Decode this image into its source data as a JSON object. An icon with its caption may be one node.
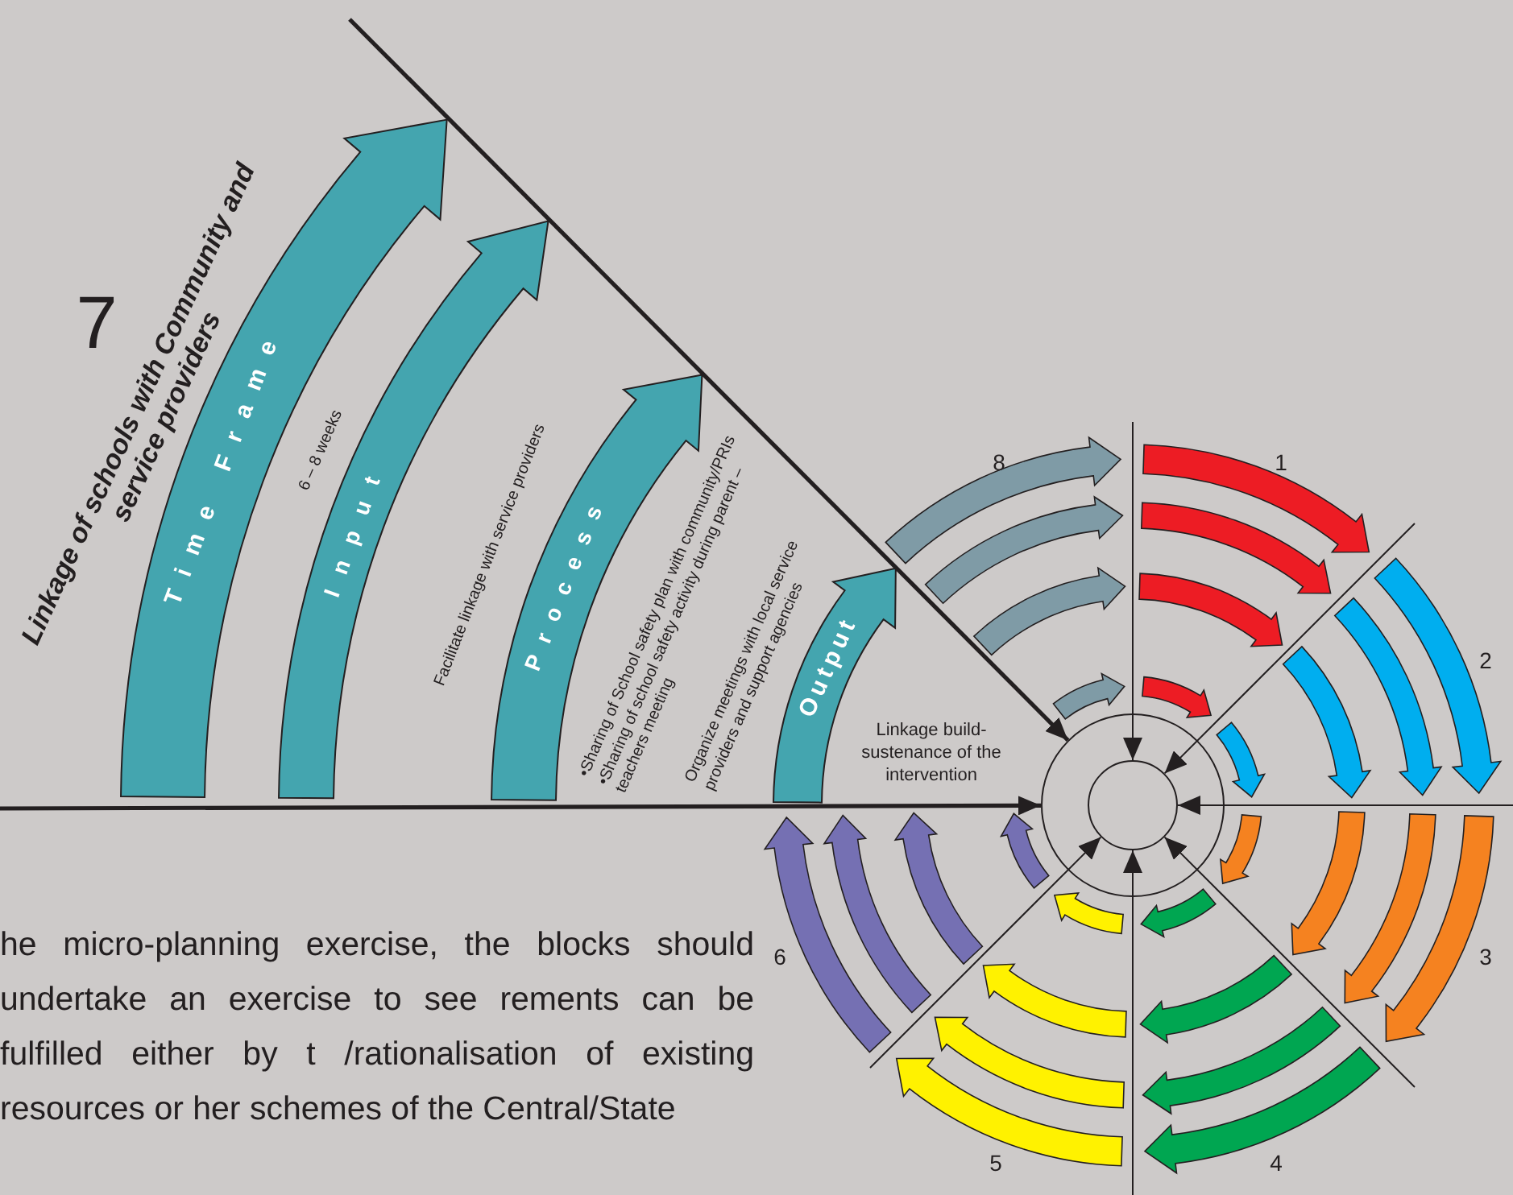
{
  "diagram": {
    "title": "Linkage of schools with Community and service providers",
    "nodes": [
      {
        "text": [
          "Time Frame"
        ],
        "beside": [
          "6 – 8 weeks"
        ]
      },
      {
        "text": [
          "Input"
        ],
        "beside": [
          "Facilitate linkage with service providers"
        ]
      },
      {
        "text": [
          "Process"
        ],
        "beside": [
          "•Sharing of School safety plan with community/PRIs •Sharing of school safety activity during parent – teachers meeting",
          "Organize meetings with local service providers and support agencies"
        ]
      },
      {
        "text": [
          "Output"
        ],
        "beside": [
          "Linkage build- sustenance of the intervention"
        ]
      },
      {
        "text": [],
        "shape": "circle"
      },
      {
        "text": [],
        "shape": "circle",
        "in": 4
      }
    ],
    "edges": [
      {
        "from": null,
        "to": 5,
        "arrow": "to"
      },
      {
        "from": null,
        "to": 5,
        "arrow": "to"
      },
      {
        "from": null,
        "to": 5,
        "arrow": "to"
      },
      {
        "from": null,
        "to": 5,
        "arrow": "to"
      },
      {
        "from": null,
        "to": 5,
        "arrow": "to"
      },
      {
        "from": null,
        "to": 5,
        "arrow": "to"
      },
      {
        "from": null,
        "to": 4,
        "arrow": "to",
        "style": "thick"
      },
      {
        "from": null,
        "to": 4,
        "arrow": "to",
        "style": "thick"
      }
    ],
    "labels": [
      "7",
      "8",
      "1",
      "2",
      "6",
      "3",
      "5",
      "4",
      "he micro-planning exercise, the blocks should undertake an exercise to see rements can be fulfilled either by t /rationalisation of existing resources or her schemes of the Central/State"
    ]
  }
}
